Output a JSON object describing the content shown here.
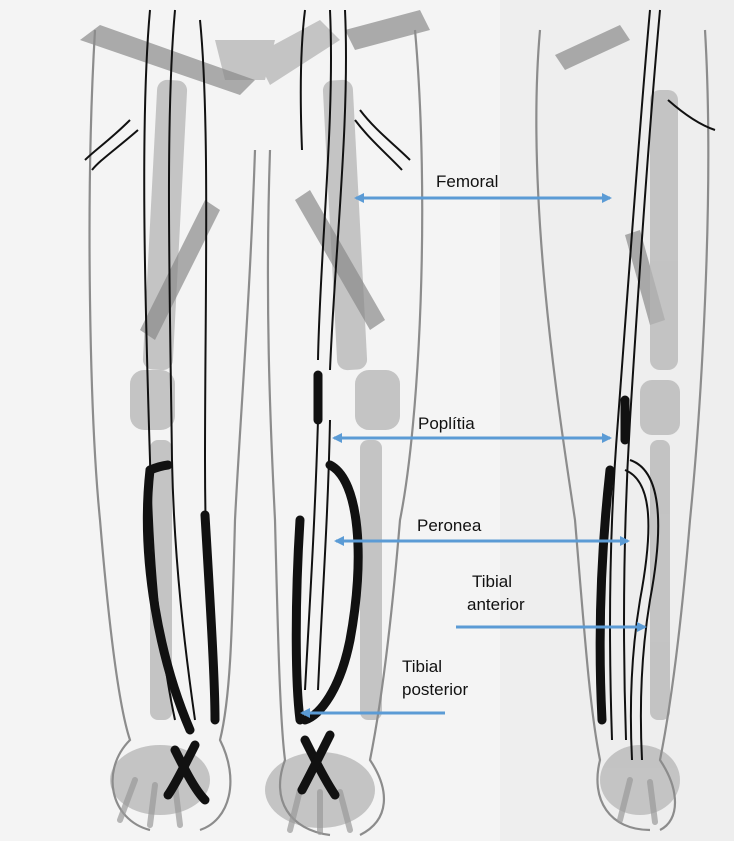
{
  "labels": {
    "femoral": "Femoral",
    "poplitia": "Poplítia",
    "peronea": "Peronea",
    "tibial_anterior_line1": "Tibial",
    "tibial_anterior_line2": "anterior",
    "tibial_posterior_line1": "Tibial",
    "tibial_posterior_line2": "posterior"
  },
  "colors": {
    "arrow": "#5b9bd5",
    "vessel": "#111111",
    "bone": "#9a9a9a",
    "outline": "#8c8c8c"
  }
}
